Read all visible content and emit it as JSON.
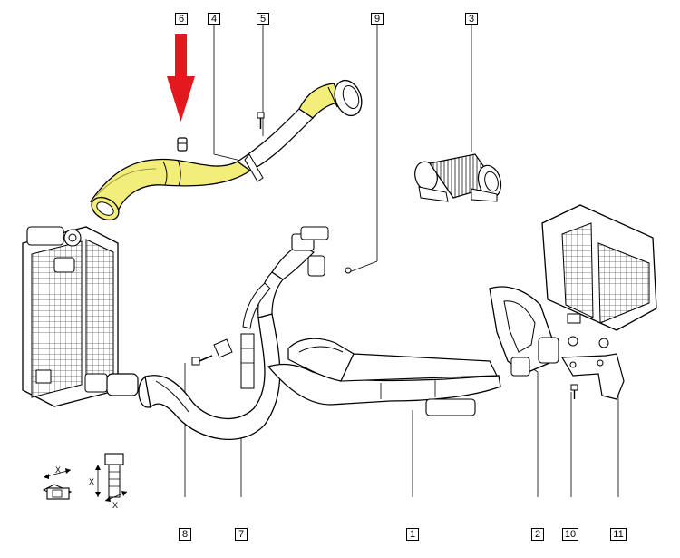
{
  "callouts": [
    {
      "id": "c6",
      "label": "6"
    },
    {
      "id": "c4",
      "label": "4"
    },
    {
      "id": "c5",
      "label": "5"
    },
    {
      "id": "c9",
      "label": "9"
    },
    {
      "id": "c3",
      "label": "3"
    },
    {
      "id": "c8",
      "label": "8"
    },
    {
      "id": "c7",
      "label": "7"
    },
    {
      "id": "c1",
      "label": "1"
    },
    {
      "id": "c2",
      "label": "2"
    },
    {
      "id": "c10",
      "label": "10"
    },
    {
      "id": "c11",
      "label": "11"
    }
  ],
  "highlight_color": "#f3ee7a",
  "arrow_color": "#e3191f",
  "dimension_labels": {
    "x1": "X",
    "x2": "X",
    "x3": "X"
  }
}
